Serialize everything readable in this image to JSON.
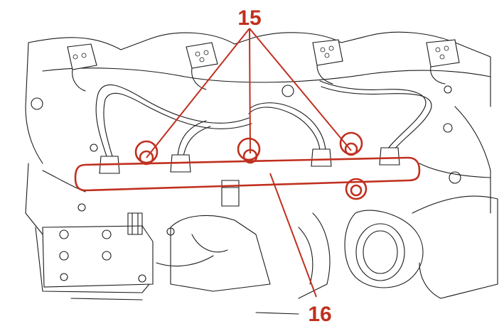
{
  "figure": {
    "callouts": [
      {
        "id": "injector-clamp-bolts",
        "number": "15"
      },
      {
        "id": "fuel-rail",
        "number": "16"
      }
    ]
  },
  "colors": {
    "line_art": "#1a1a1a",
    "highlight": "#c0301f",
    "background": "#ffffff"
  },
  "icons": [
    "engine-line-drawing",
    "fuel-rail-highlight",
    "bolt-highlight"
  ]
}
